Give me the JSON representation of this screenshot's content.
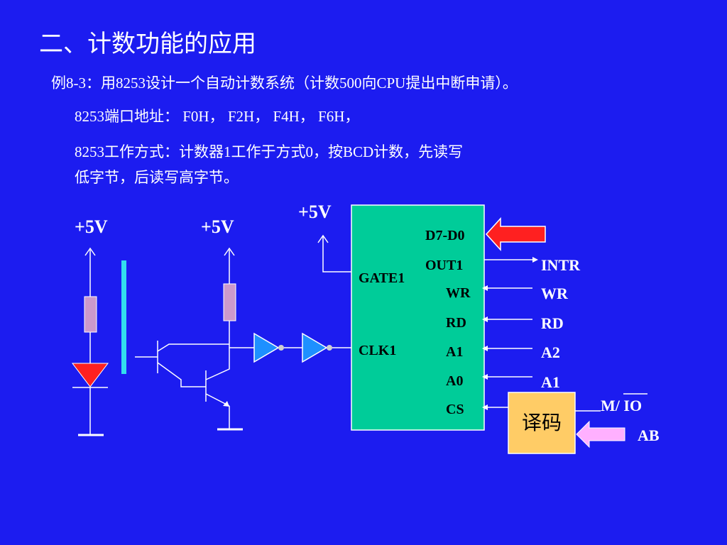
{
  "title": "二、计数功能的应用",
  "example": {
    "line1": "例8-3：用8253设计一个自动计数系统（计数500向CPU提出中断申请）。",
    "line2": "8253端口地址： F0H， F2H， F4H， F6H，",
    "line3": "8253工作方式：计数器1工作于方式0，按BCD计数，先读写",
    "line4": "低字节，后读写高字节。"
  },
  "circuit": {
    "vcc_left": "+5V",
    "vcc_mid": "+5V",
    "vcc_gate": "+5V",
    "chip_pins_left": {
      "gate": "GATE1",
      "clk": "CLK1"
    },
    "chip_pins_right": [
      "D7-D0",
      "OUT1",
      "WR",
      "RD",
      "A1",
      "A0",
      "CS"
    ],
    "signals": [
      "INTR",
      "WR",
      "RD",
      "A2",
      "A1"
    ],
    "decoder_label": "译码",
    "mio_label": "M/ IO",
    "ab_label": "AB"
  },
  "colors": {
    "background": "#1c1cf0",
    "chip_fill": "#00cc99",
    "decoder_fill": "#ffcc66",
    "resistor_fill": "#cc99cc",
    "diode_fill": "#ff2020",
    "photo_bar": "#33ddee",
    "inverter_fill": "#1e90ff",
    "arrow_red": "#ff2020",
    "arrow_pink": "#ffb0ff"
  }
}
